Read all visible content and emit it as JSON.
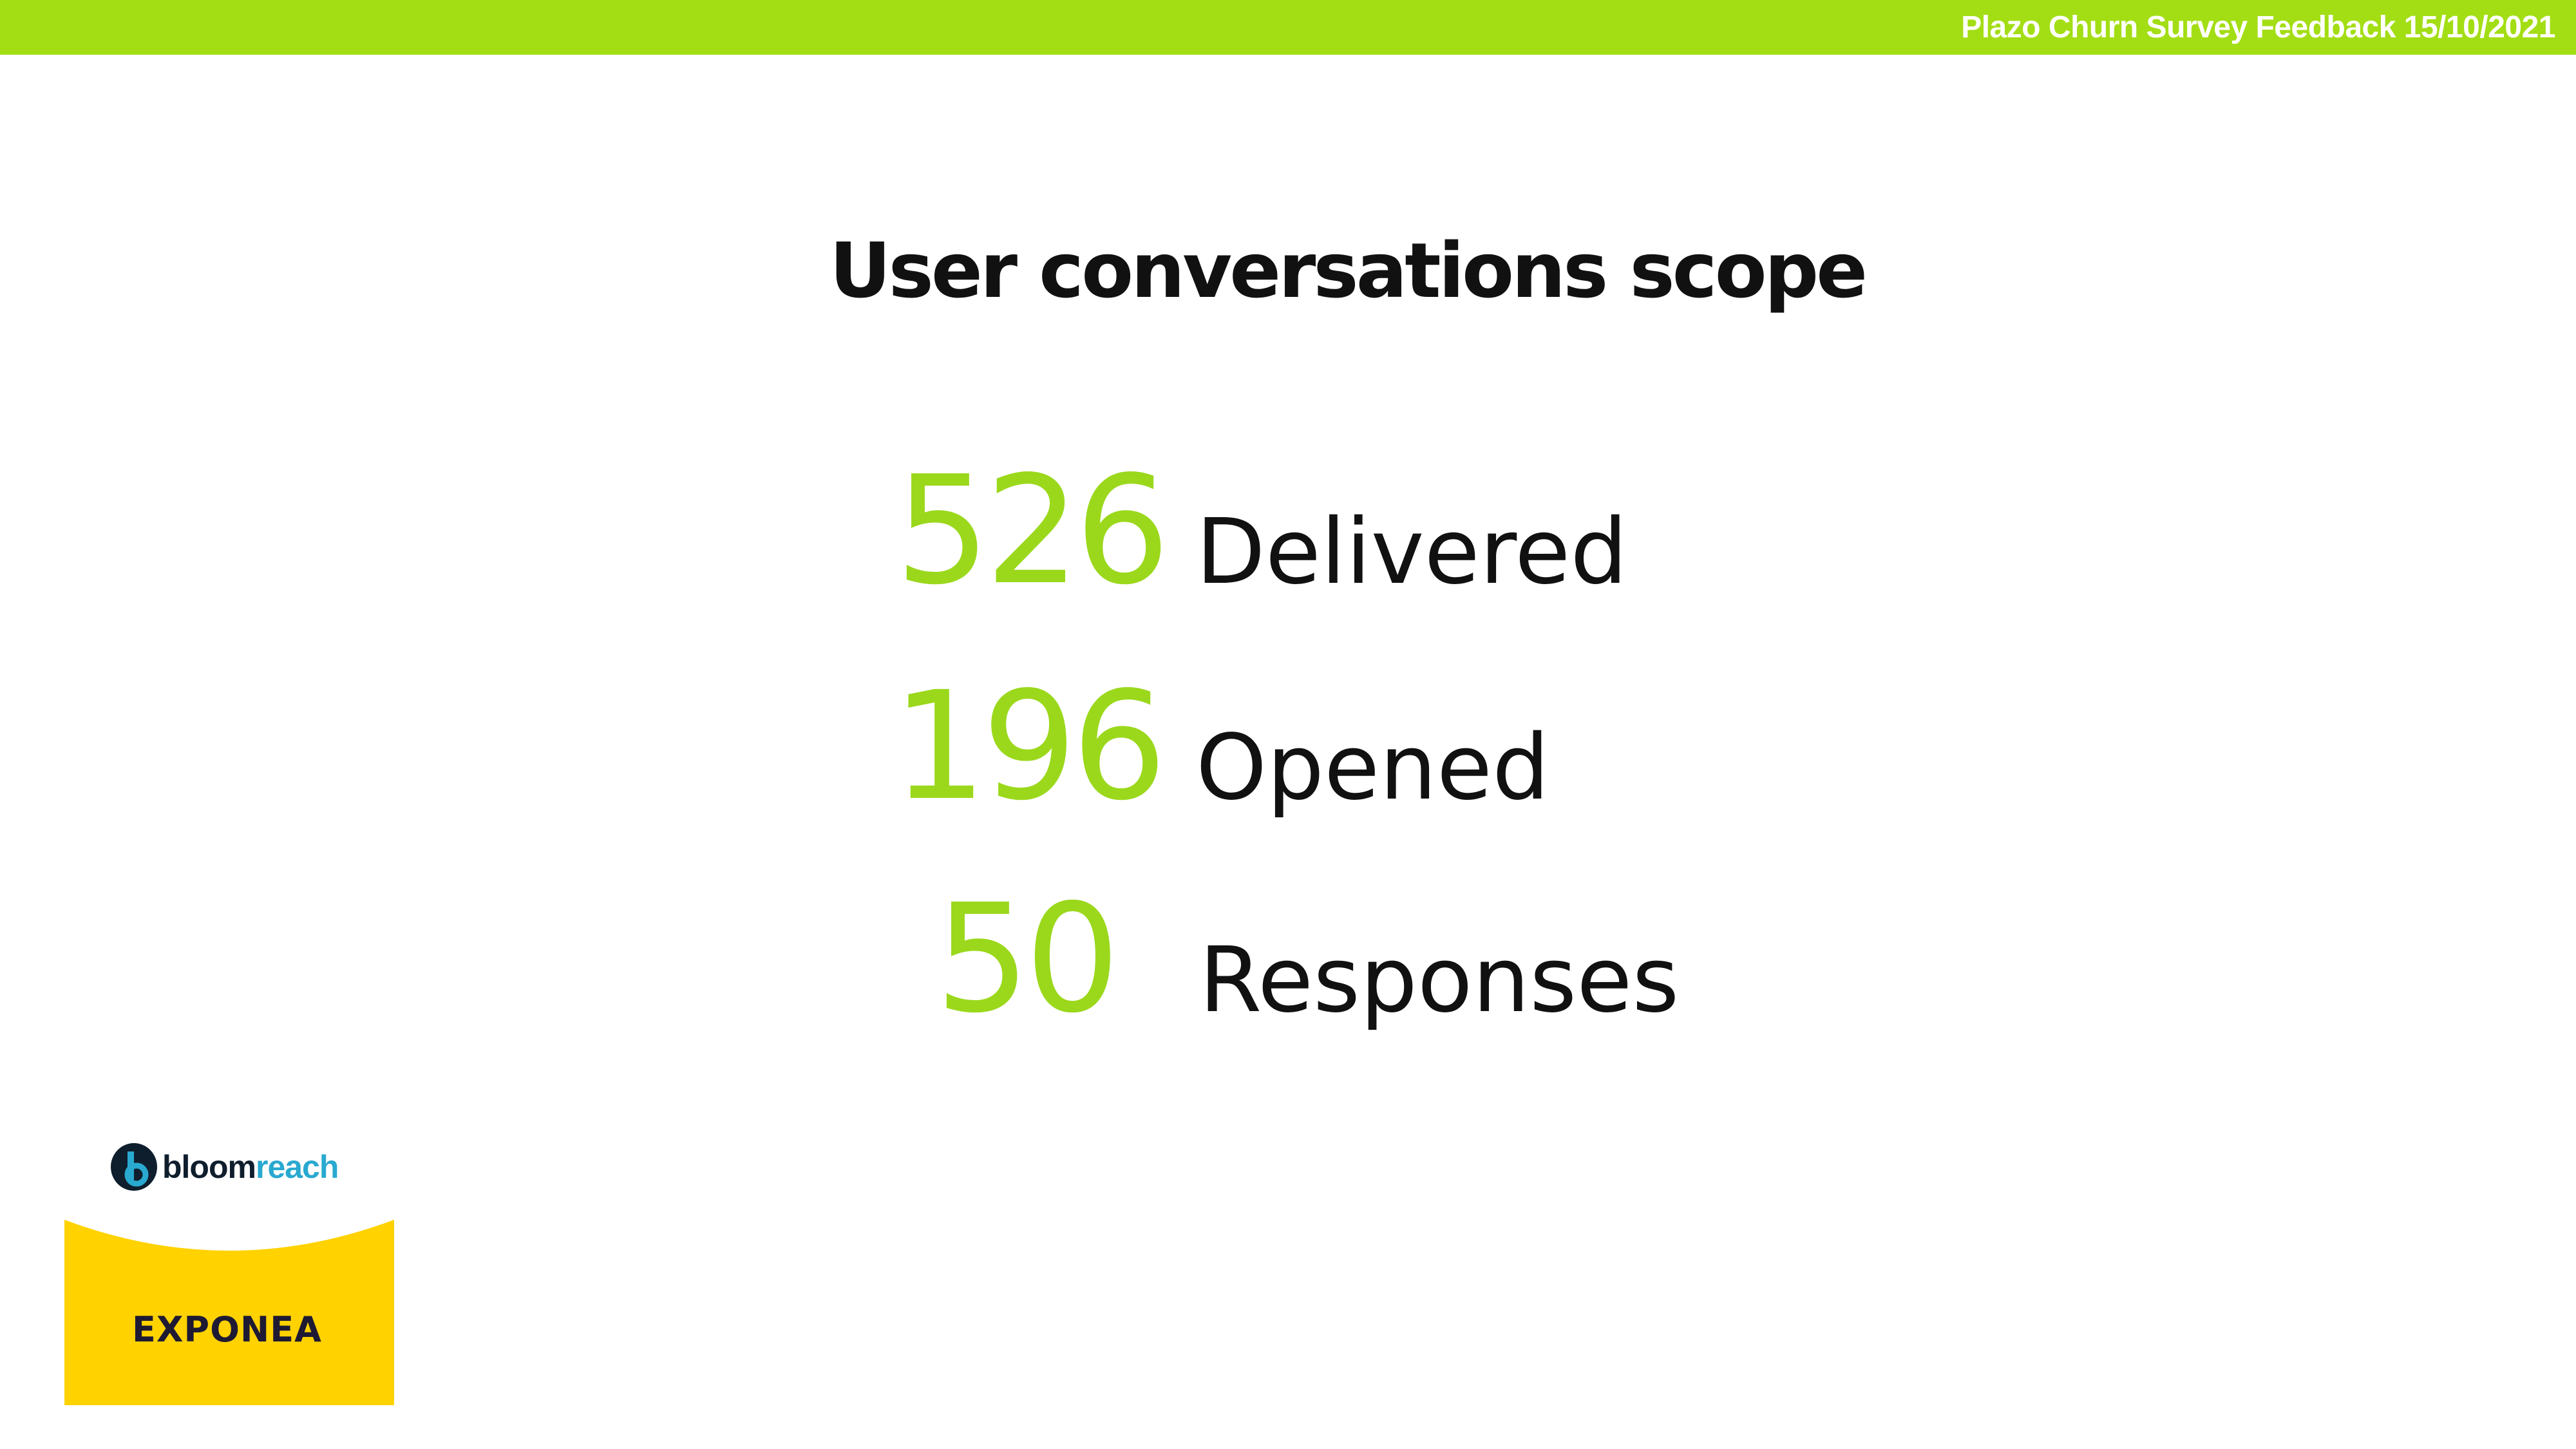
{
  "header": {
    "title": "Plazo Churn Survey Feedback 15/10/2021"
  },
  "slide": {
    "title": "User conversations scope",
    "stats": [
      {
        "value": "526",
        "label": "Delivered"
      },
      {
        "value": "196",
        "label": "Opened"
      },
      {
        "value": "50",
        "label": "Responses"
      }
    ]
  },
  "logos": {
    "bloomreach": "bloomreach",
    "exponea": "EXPONEA"
  },
  "colors": {
    "accent": "#a3de14",
    "number": "#9bd81c",
    "logo_yellow": "#ffd200",
    "logo_navy": "#0f1e2d",
    "logo_cyan": "#29a9d0"
  }
}
